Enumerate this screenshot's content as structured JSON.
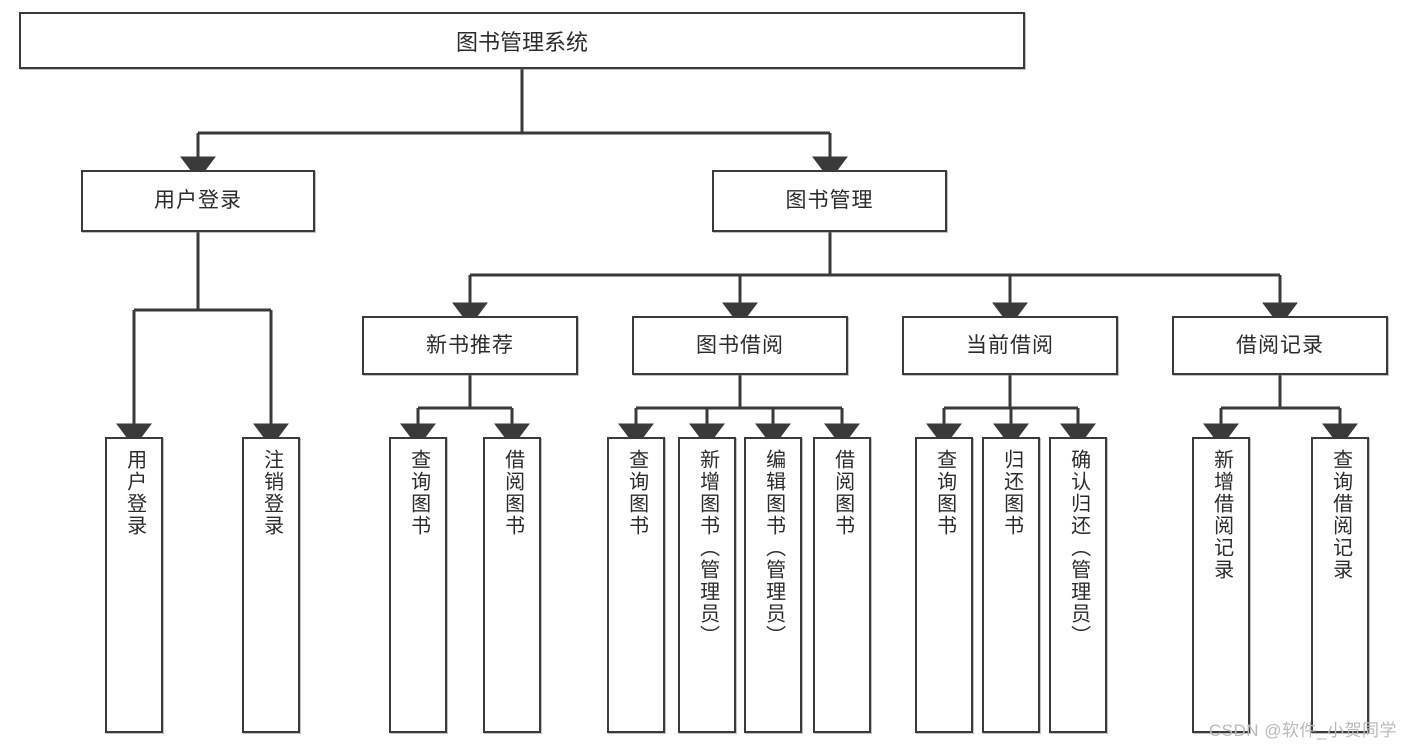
{
  "diagram": {
    "type": "tree",
    "title": "图书管理系统",
    "root": {
      "label": "图书管理系统"
    },
    "level2": [
      {
        "label": "用户登录"
      },
      {
        "label": "图书管理"
      }
    ],
    "level3": [
      {
        "label": "新书推荐"
      },
      {
        "label": "图书借阅"
      },
      {
        "label": "当前借阅"
      },
      {
        "label": "借阅记录"
      }
    ],
    "leaves": {
      "user_login": [
        {
          "label": "用户登录"
        },
        {
          "label": "注销登录"
        }
      ],
      "new_book_recommend": [
        {
          "label": "查询图书"
        },
        {
          "label": "借阅图书"
        }
      ],
      "book_borrow": [
        {
          "label": "查询图书"
        },
        {
          "label": "新增图书（管理员）"
        },
        {
          "label": "编辑图书（管理员）"
        },
        {
          "label": "借阅图书"
        }
      ],
      "current_borrow": [
        {
          "label": "查询图书"
        },
        {
          "label": "归还图书"
        },
        {
          "label": "确认归还（管理员）"
        }
      ],
      "borrow_record": [
        {
          "label": "新增借阅记录"
        },
        {
          "label": "查询借阅记录"
        }
      ]
    }
  },
  "watermark": {
    "text": "CSDN @软件_小贺同学"
  },
  "colors": {
    "stroke": "#3a3a3a",
    "fill": "#ffffff",
    "text": "#2b2b2b",
    "watermark": "#b9b9b9"
  }
}
